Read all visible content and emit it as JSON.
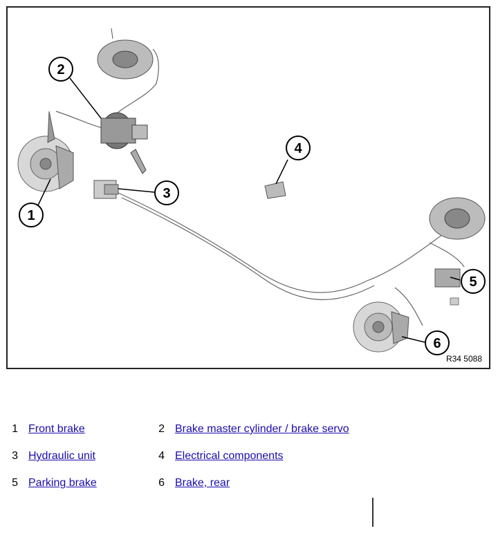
{
  "figure": {
    "reference": "R34 5088",
    "callouts": [
      "1",
      "2",
      "3",
      "4",
      "5",
      "6"
    ]
  },
  "legend": [
    {
      "num": "1",
      "label": "Front brake"
    },
    {
      "num": "2",
      "label": "Brake master cylinder / brake servo"
    },
    {
      "num": "3",
      "label": "Hydraulic unit"
    },
    {
      "num": "4",
      "label": "Electrical components"
    },
    {
      "num": "5",
      "label": "Parking brake"
    },
    {
      "num": "6",
      "label": "Brake, rear"
    }
  ]
}
